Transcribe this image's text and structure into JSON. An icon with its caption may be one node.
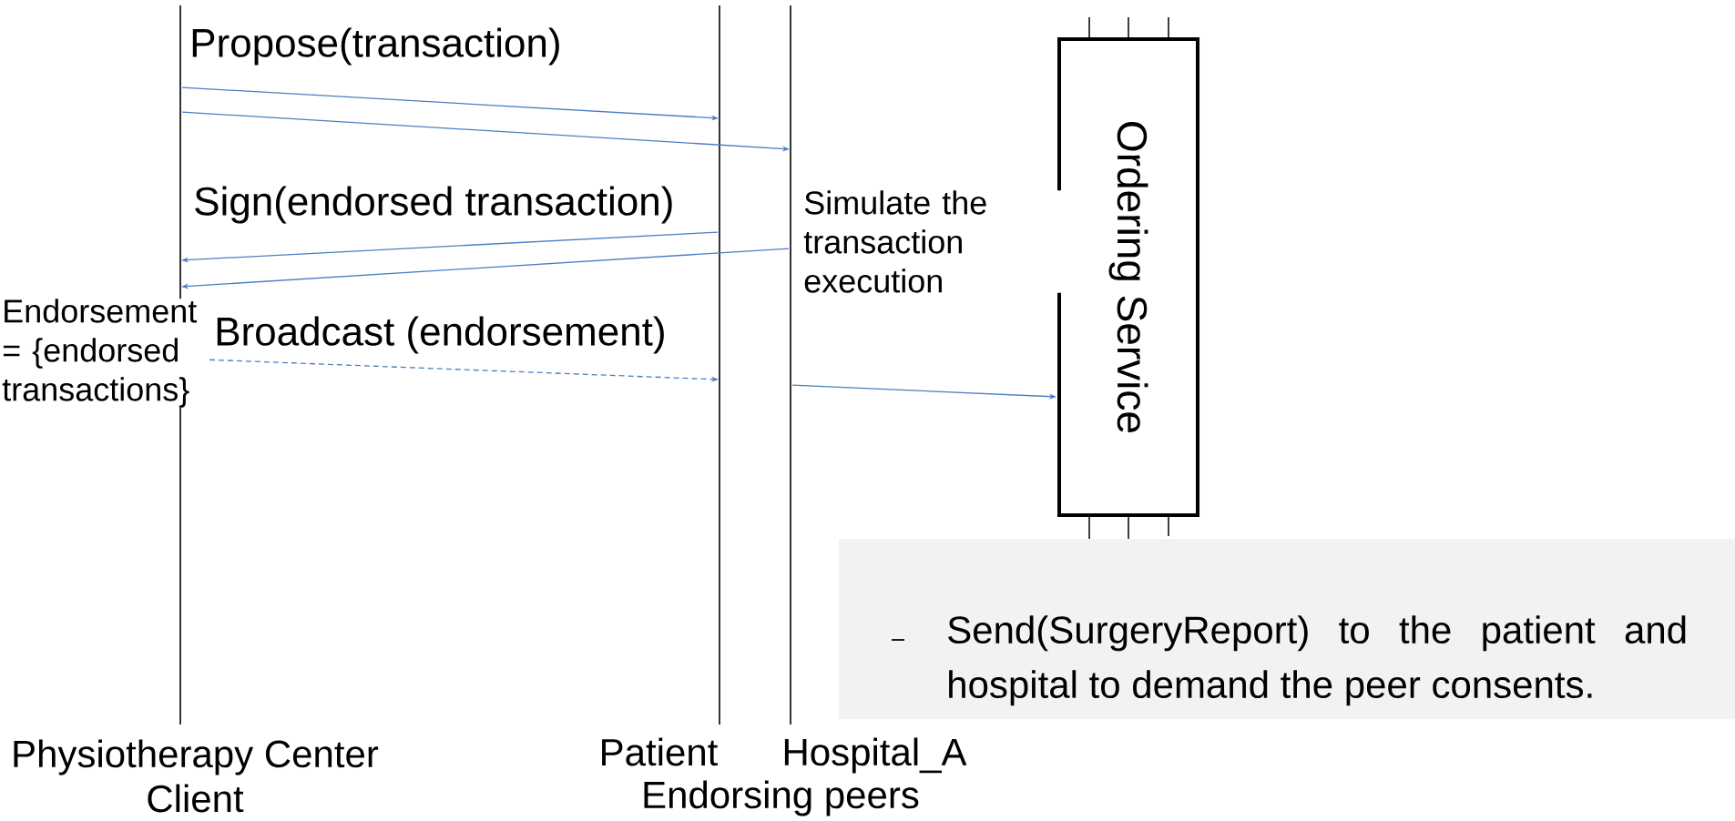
{
  "diagram": {
    "nodes": [
      {
        "text": [
          "Physiotherapy Center"
        ]
      },
      {
        "text": [
          "Patient"
        ]
      },
      {
        "text": [
          "Hospital_A"
        ]
      },
      {
        "text": [
          "Ordering Service"
        ]
      },
      {
        "text": [
          "Send(SurgeryReport) to the patient and hospital to demand the peer consents."
        ]
      }
    ],
    "edges": [
      {
        "from": 0,
        "to": 1,
        "arrow": "to",
        "label": "Propose(transaction)"
      },
      {
        "from": 0,
        "to": 2,
        "arrow": "to"
      },
      {
        "from": 1,
        "to": 0,
        "arrow": "to",
        "label": "Sign(endorsed transaction)"
      },
      {
        "from": 2,
        "to": 0,
        "arrow": "to"
      },
      {
        "from": 0,
        "to": 1,
        "arrow": "to",
        "label": "Broadcast (endorsement)",
        "style": "dashed"
      },
      {
        "from": 2,
        "to": 3,
        "arrow": "to"
      }
    ],
    "labels": [
      "Simulate the transaction execution",
      "Endorsement = {endorsed transactions}",
      "Client",
      "Endorsing peers"
    ]
  }
}
